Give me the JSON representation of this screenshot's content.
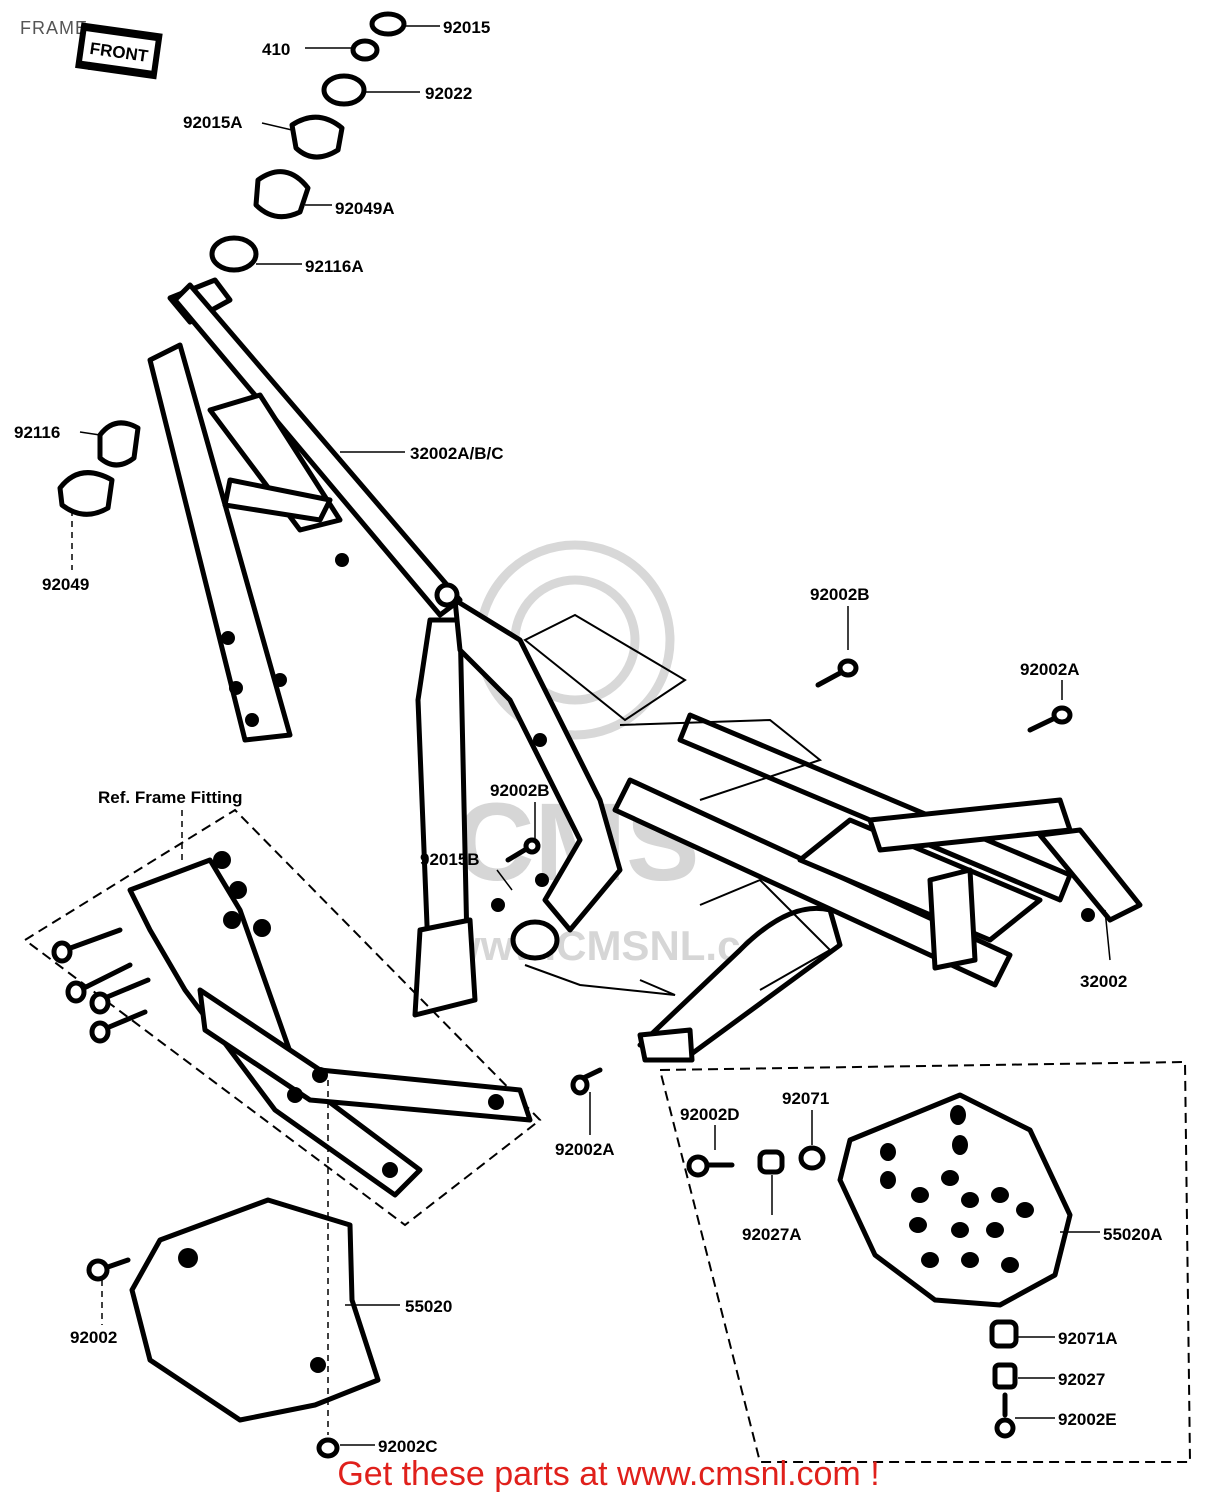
{
  "title": "FRAME",
  "logo_text": "FRONT",
  "watermark": {
    "letters": "CMS",
    "url": "www.CMSNL.com"
  },
  "ref_note": "Ref. Frame Fitting",
  "footer": "Get these parts at www.cmsnl.com !",
  "colors": {
    "accent": "#e0201b",
    "ink": "#000000",
    "watermark": "#d6d6d6"
  },
  "parts": [
    {
      "id": "p1",
      "number": "92015"
    },
    {
      "id": "p2",
      "number": "410"
    },
    {
      "id": "p3",
      "number": "92022"
    },
    {
      "id": "p4",
      "number": "92015A"
    },
    {
      "id": "p5",
      "number": "92049A"
    },
    {
      "id": "p6",
      "number": "92116A"
    },
    {
      "id": "p7",
      "number": "92116"
    },
    {
      "id": "p8",
      "number": "32002A/B/C"
    },
    {
      "id": "p9",
      "number": "92049"
    },
    {
      "id": "p10",
      "number": "92002B"
    },
    {
      "id": "p11",
      "number": "92002A"
    },
    {
      "id": "p12",
      "number": "92002B"
    },
    {
      "id": "p13",
      "number": "92015B"
    },
    {
      "id": "p14",
      "number": "32002"
    },
    {
      "id": "p15",
      "number": "92002A"
    },
    {
      "id": "p16",
      "number": "92002D"
    },
    {
      "id": "p17",
      "number": "92071"
    },
    {
      "id": "p18",
      "number": "92027A"
    },
    {
      "id": "p19",
      "number": "55020A"
    },
    {
      "id": "p20",
      "number": "92002"
    },
    {
      "id": "p21",
      "number": "55020"
    },
    {
      "id": "p22",
      "number": "92071A"
    },
    {
      "id": "p23",
      "number": "92027"
    },
    {
      "id": "p24",
      "number": "92002E"
    },
    {
      "id": "p25",
      "number": "92002C"
    }
  ]
}
